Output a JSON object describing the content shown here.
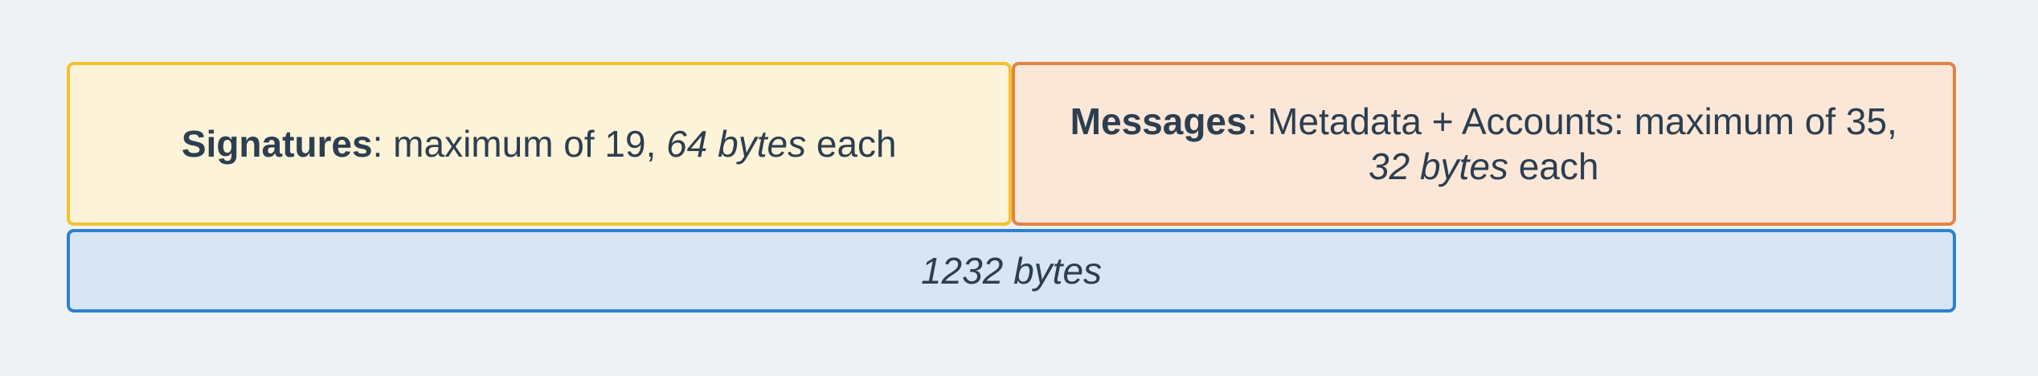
{
  "page": {
    "background_color": "#EFF2F5",
    "text_color": "#2C3E50"
  },
  "signatures_box": {
    "title": "Signatures",
    "text_before_italic": ": maximum of 19, ",
    "text_italic": "64 bytes",
    "text_after_italic": " each",
    "fill_color": "#FCF3D9",
    "border_color": "#F5C12F"
  },
  "messages_box": {
    "title": "Messages",
    "line1_rest": ": Metadata + Accounts: maximum of 35,",
    "line2_italic": "32 bytes",
    "line2_rest": " each",
    "fill_color": "#FAE7D8",
    "border_color": "#E28441"
  },
  "total_bar": {
    "text_italic": "1232 bytes",
    "fill_color": "#D8E5F5",
    "border_color": "#2F80D0"
  }
}
